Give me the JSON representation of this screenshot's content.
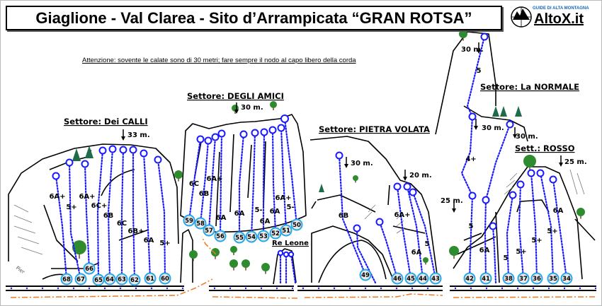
{
  "title": "Giaglione - Val Clarea -  Sito d’Arrampicata  “GRAN ROTSA”",
  "notice": "Attenzione:  sovente le calate sono di 30 metri; fare sempre il nodo al capo libero della corda",
  "logo": {
    "tagline": "GUIDE DI ALTA MONTAGNA",
    "name": "AltoX.it"
  },
  "sectors": [
    "Settore: Dei CALLI",
    "Settore: DEGLI AMICI",
    "Settore: PIETRA VOLATA",
    "Settore: La NORMALE",
    "Sett.: ROSSO"
  ],
  "labels": {
    "re_leone": "Re Leone",
    "pier": "Pier"
  },
  "descents": [
    "33 m.",
    "30 m.",
    "30 m.",
    "20 m.",
    "30 m.",
    "30 m.",
    "30 m.",
    "25 m.",
    "25 m."
  ],
  "routes": [
    "68",
    "67",
    "66",
    "65",
    "64",
    "63",
    "62",
    "61",
    "60",
    "59",
    "58",
    "57",
    "56",
    "55",
    "54",
    "53",
    "52",
    "51",
    "50",
    "49",
    "46",
    "45",
    "44",
    "43",
    "42",
    "41",
    "38",
    "37",
    "36",
    "35",
    "34"
  ],
  "grades": [
    "6A+",
    "5+",
    "6A+",
    "6C+",
    "6B",
    "6C",
    "6B+",
    "6A",
    "5+",
    "6C",
    "6B",
    "6A+",
    "6A",
    "6A",
    "5-",
    "6A",
    "6A",
    "6A+",
    "5-",
    "6B",
    "6A+",
    "5",
    "6A",
    "5",
    "4+",
    "5",
    "6A",
    "5",
    "5+",
    "5+",
    "5+",
    "6A"
  ],
  "colors": {
    "route": "#1a1aff",
    "ring": "#29a8e8",
    "path": "#f07820",
    "tree": "#2e8b2e"
  }
}
